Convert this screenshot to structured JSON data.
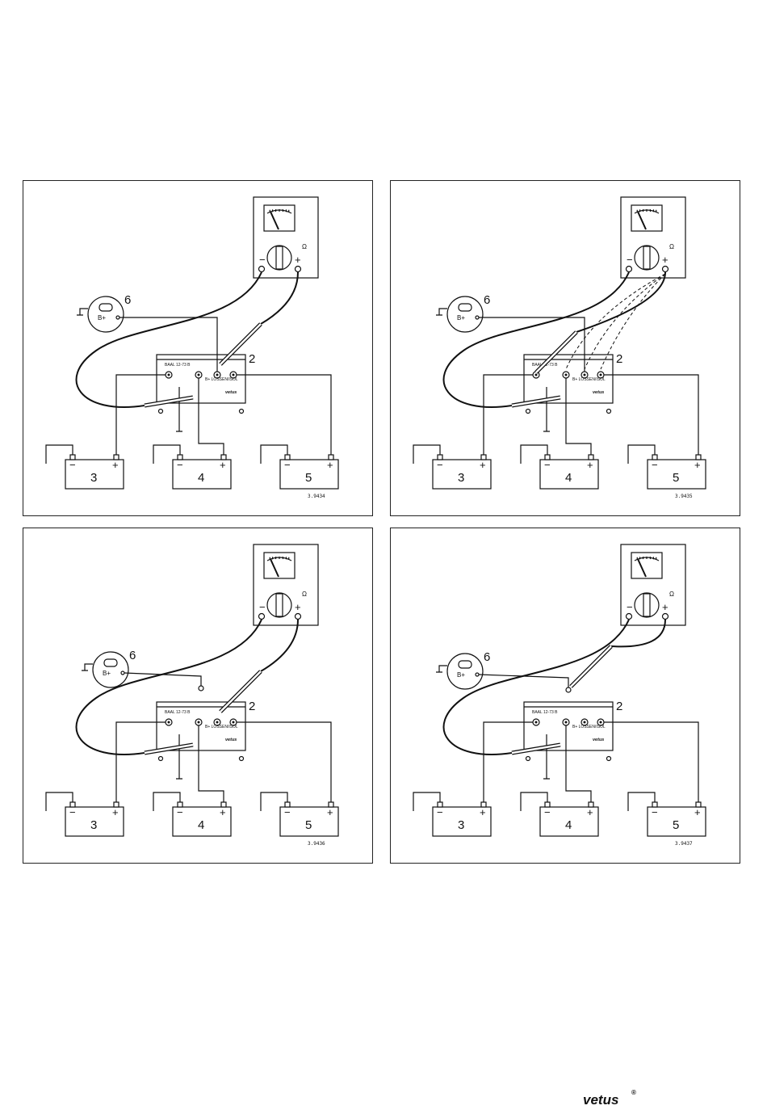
{
  "panels": [
    {
      "ref": "3.9434",
      "alternator": {
        "label": "6",
        "terminal": "B+"
      },
      "isolator": {
        "label": "2",
        "header": "BAAL 12-73 B",
        "sub": "B+ LOSSEN/ISOL",
        "brand": "vetus"
      },
      "meter": {
        "label_minus": "−",
        "label_plus": "+",
        "range": "Ω"
      },
      "batteries": [
        {
          "number": "3",
          "minus": "−",
          "plus": "+"
        },
        {
          "number": "4",
          "minus": "−",
          "plus": "+"
        },
        {
          "number": "5",
          "minus": "−",
          "plus": "+"
        }
      ]
    },
    {
      "ref": "3.9435",
      "alternator": {
        "label": "6",
        "terminal": "B+"
      },
      "isolator": {
        "label": "2",
        "header": "BAAL 12-73 B",
        "sub": "B+ LOSSEN/ISOL",
        "brand": "vetus"
      },
      "meter": {
        "label_minus": "−",
        "label_plus": "+",
        "range": "Ω"
      },
      "batteries": [
        {
          "number": "3",
          "minus": "−",
          "plus": "+"
        },
        {
          "number": "4",
          "minus": "−",
          "plus": "+"
        },
        {
          "number": "5",
          "minus": "−",
          "plus": "+"
        }
      ]
    },
    {
      "ref": "3.9436",
      "alternator": {
        "label": "6",
        "terminal": "B+"
      },
      "isolator": {
        "label": "2",
        "header": "BAAL 12-73 B",
        "sub": "B+ LOSSEN/ISOL",
        "brand": "vetus"
      },
      "meter": {
        "label_minus": "−",
        "label_plus": "+",
        "range": "Ω"
      },
      "batteries": [
        {
          "number": "3",
          "minus": "−",
          "plus": "+"
        },
        {
          "number": "4",
          "minus": "−",
          "plus": "+"
        },
        {
          "number": "5",
          "minus": "−",
          "plus": "+"
        }
      ]
    },
    {
      "ref": "3.9437",
      "alternator": {
        "label": "6",
        "terminal": "B+"
      },
      "isolator": {
        "label": "2",
        "header": "BAAL 12-73 B",
        "sub": "B+ LOSSEN/ISOL",
        "brand": "vetus"
      },
      "meter": {
        "label_minus": "−",
        "label_plus": "+",
        "range": "Ω"
      },
      "batteries": [
        {
          "number": "3",
          "minus": "−",
          "plus": "+"
        },
        {
          "number": "4",
          "minus": "−",
          "plus": "+"
        },
        {
          "number": "5",
          "minus": "−",
          "plus": "+"
        }
      ]
    }
  ],
  "footer": {
    "logo": "vetus",
    "registered": "®"
  }
}
